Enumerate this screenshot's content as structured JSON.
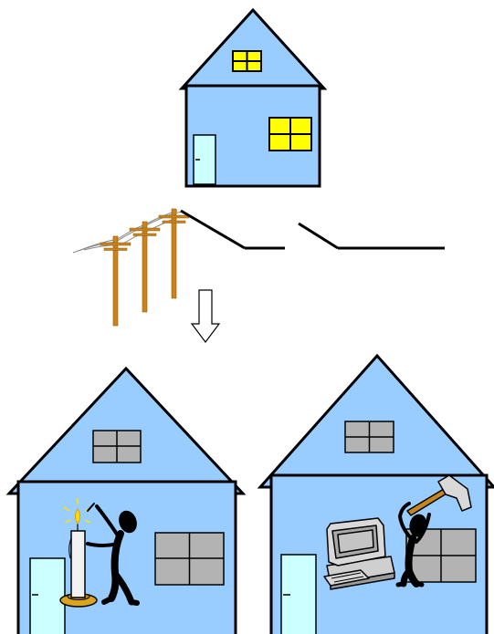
{
  "colors": {
    "background": "#ffffff",
    "house_wall": "#99ccff",
    "outline": "#000000",
    "lit_window": "#ffff00",
    "dark_window": "#b3b3b3",
    "door": "#ccffff",
    "pole": "#c8841e",
    "candle": "#f2f2f2",
    "candle_holder": "#d9a520",
    "flame": "#ffe000",
    "figure": "#000000",
    "computer": "#d9d9d9",
    "hammer_head": "#d9d9d9",
    "hammer_handle": "#c8841e"
  },
  "icons": {
    "top_house": "house-icon",
    "power_poles": "utility-pole-icon",
    "open_switch": "switch-icon",
    "arrow": "down-arrow-icon",
    "candle": "candle-icon",
    "computer": "computer-icon",
    "hammer": "hammer-icon",
    "figure": "stick-figure-icon"
  },
  "states": {
    "top_house_windows": "lit",
    "bottom_left_windows": "dark",
    "bottom_right_windows": "dark",
    "switches": "open"
  }
}
